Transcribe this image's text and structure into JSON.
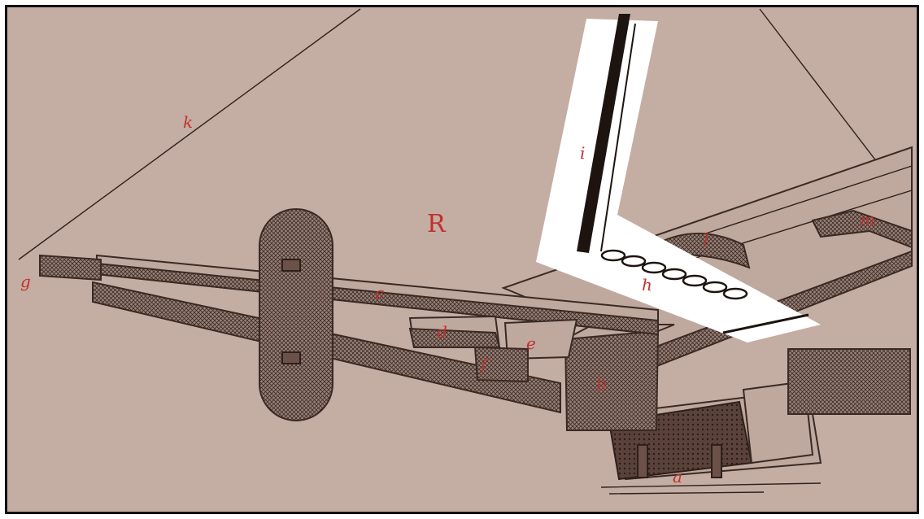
{
  "figure": {
    "background_color": "#c4ada3",
    "label_color": "#c0312b",
    "highlight_color": "#ffffff"
  },
  "labels": {
    "R": "R",
    "a": "a",
    "b": "b",
    "c": "c",
    "d": "d",
    "e": "e",
    "f": "f",
    "g": "g",
    "h": "h",
    "i": "i",
    "k": "k",
    "l": "l",
    "m": "m"
  }
}
